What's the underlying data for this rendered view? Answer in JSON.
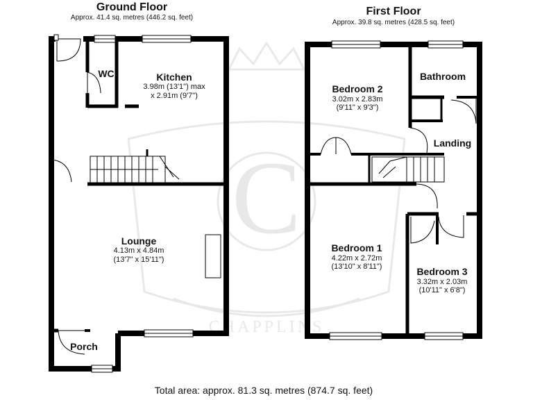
{
  "ground_floor": {
    "title": "Ground Floor",
    "area": "Approx. 41.4 sq. metres (446.2 sq. feet)",
    "rooms": {
      "wc": {
        "name": "WC"
      },
      "kitchen": {
        "name": "Kitchen",
        "dim1": "3.98m (13'1\") max",
        "dim2": "x 2.91m (9'7\")"
      },
      "lounge": {
        "name": "Lounge",
        "dim1": "4.13m x 4.84m",
        "dim2": "(13'7\" x 15'11\")"
      },
      "porch": {
        "name": "Porch"
      }
    }
  },
  "first_floor": {
    "title": "First Floor",
    "area": "Approx. 39.8 sq. metres (428.5 sq. feet)",
    "rooms": {
      "bedroom2": {
        "name": "Bedroom 2",
        "dim1": "3.02m x 2.83m",
        "dim2": "(9'11\" x 9'3\")"
      },
      "bathroom": {
        "name": "Bathroom"
      },
      "landing": {
        "name": "Landing"
      },
      "bedroom1": {
        "name": "Bedroom 1",
        "dim1": "4.22m x 2.72m",
        "dim2": "(13'10\" x 8'11\")"
      },
      "bedroom3": {
        "name": "Bedroom 3",
        "dim1": "3.32m x 2.03m",
        "dim2": "(10'11\" x 6'8\")"
      }
    }
  },
  "watermark": {
    "letter": "C",
    "text": "CHAPPLINS"
  },
  "total_area": "Total area: approx. 81.3 sq. metres (874.7 sq. feet)"
}
